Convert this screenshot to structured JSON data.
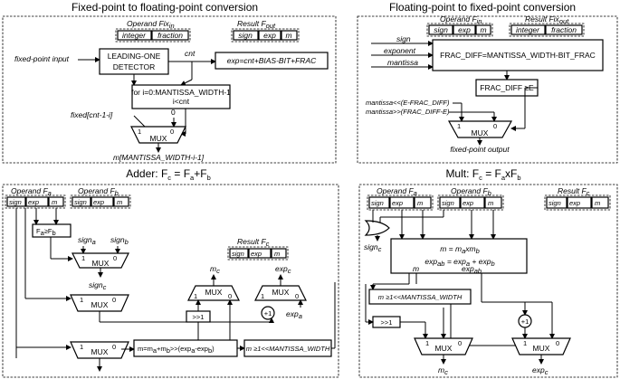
{
  "panels": {
    "fixed_to_float": {
      "title": "Fixed-point to floating-point conversion",
      "operand_label": "Operand Fix",
      "operand_sub": "in",
      "operand_fields": [
        "integer",
        "fraction"
      ],
      "result_label": "Result F",
      "result_sub": "out",
      "result_fields": [
        "sign",
        "exp",
        "m"
      ],
      "input_label": "fixed-point input",
      "detector": [
        "LEADING-ONE",
        "DETECTOR"
      ],
      "cnt": "cnt",
      "exp_eq": "exp=cnt+BIAS-BIT+FRAC",
      "loop": [
        "for i=0:MANTISSA_WIDTH-1",
        "i<cnt"
      ],
      "fixed_bit": "fixed[cnt-1-i]",
      "zero": "0",
      "one": "1",
      "mux": "MUX",
      "mant_out": "m[MANTISSA_WIDTH-i-1]"
    },
    "float_to_fixed": {
      "title": "Floating-point to fixed-point conversion",
      "operand_label": "Operand F",
      "operand_sub": "in",
      "operand_fields": [
        "sign",
        "exp",
        "m"
      ],
      "result_label": "Result Fix",
      "result_sub": "out",
      "result_fields": [
        "integer",
        "fraction"
      ],
      "inputs": [
        "sign",
        "exponent",
        "mantissa"
      ],
      "frac_diff": "FRAC_DIFF=MANTISSA_WIDTH-BIT_FRAC",
      "frac_cmp": "FRAC_DIFF ≥E",
      "shift_left": "mantissa<<(E-FRAC_DIFF)",
      "shift_right": "mantissa>>(FRAC_DIFF-E)",
      "one": "1",
      "zero": "0",
      "mux": "MUX",
      "output": "fixed-point output"
    },
    "adder": {
      "title": "Adder: F",
      "title_sub": "c",
      "title_rest": " = F",
      "title_sub2": "a",
      "title_plus": "+F",
      "title_sub3": "b",
      "operand_a": "Operand F",
      "operand_a_sub": "a",
      "operand_b": "Operand F",
      "operand_b_sub": "b",
      "fields_a": [
        "sign",
        "exp",
        "m"
      ],
      "fields_b": [
        "sign",
        "exp",
        "m"
      ],
      "field_sub_a": "a",
      "field_sub_b": "b",
      "result": "Result F",
      "result_sub": "c",
      "fields_c": [
        "sign",
        "exp",
        "m"
      ],
      "field_sub_c": "c",
      "cmp": "F",
      "cmp_mid": "≥F",
      "sign_a": "sign",
      "sign_b": "sign",
      "sign_c": "sign",
      "mc": "m",
      "expc": "exp",
      "expa": "exp",
      "shr": ">>1",
      "plus1": "+1",
      "mux": "MUX",
      "one": "1",
      "zero": "0",
      "mant_eq": "m=m",
      "mant_eq_rest": ">>(exp",
      "mant_cmp": "m ≥1<<MANTISSA_WIDTH"
    },
    "mult": {
      "title": "Mult: F",
      "title_sub": "c",
      "title_rest": " = F",
      "title_sub2": "a",
      "title_x": "xF",
      "title_sub3": "b",
      "operand_a": "Operand F",
      "operand_b": "Operand F",
      "result": "Result F",
      "fields": [
        "sign",
        "exp",
        "m"
      ],
      "sign_c": "sign",
      "m_eq": "m = m",
      "exp_eq": "exp",
      "m_lbl": "m",
      "exp_lbl": "exp",
      "cmp": "m ≥1<<MANTISSA_WIDTH",
      "shr": ">>1",
      "plus1": "+1",
      "mux": "MUX",
      "one": "1",
      "zero": "0",
      "mc": "m",
      "expc": "exp"
    }
  }
}
